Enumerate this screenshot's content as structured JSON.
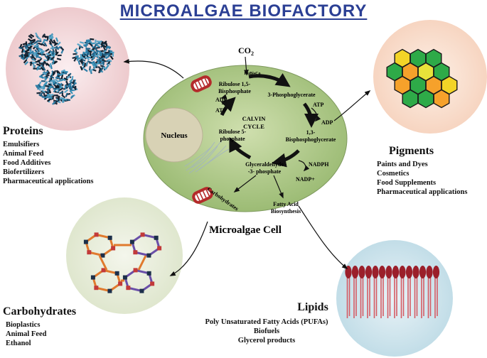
{
  "title": "MICROALGAE BIOFACTORY",
  "cell": {
    "label": "Microalgae Cell",
    "nucleus": "Nucleus",
    "co2": "CO",
    "co2_sub": "2",
    "calvin_line1": "CALVIN",
    "calvin_line2": "CYCLE",
    "rubisco": "RuBisCo",
    "ribulose15_line1": "Ribulose 1,5-",
    "ribulose15_line2": "Bisphosphate",
    "phosphoglycerate3": "3-Phosphoglycerate",
    "bpg_line1": "1,3-",
    "bpg_line2": "Bisphosphoglycerate",
    "ribulose5_line1": "Ribulose 5-",
    "ribulose5_line2": "phosphate",
    "g3p_line1": "Glyceraldehyde",
    "g3p_line2": "-3- phosphate",
    "carbohydrates": "Carbohydrates",
    "fatty_line1": "Fatty Acid",
    "fatty_line2": "Biosynthesis",
    "atp_left": "ATP",
    "adp_left": "ADP",
    "atp_right": "ATP",
    "adp_right": "ADP",
    "nadph": "NADPH",
    "nadp": "NADP+"
  },
  "proteins": {
    "heading": "Proteins",
    "items": [
      "Emulsifiers",
      "Animal Feed",
      "Food Additives",
      "Biofertilizers",
      "Pharmaceutical  applications"
    ]
  },
  "pigments": {
    "heading": "Pigments",
    "items": [
      "Paints and Dyes",
      "Cosmetics",
      "Food Supplements",
      "Pharmaceutical  applications"
    ]
  },
  "carbohydrates": {
    "heading": "Carbohydrates",
    "items": [
      "Bioplastics",
      "Animal Feed",
      "Ethanol"
    ]
  },
  "lipids": {
    "heading": "Lipids",
    "items": [
      "Poly Unsaturated Fatty Acids (PUFAs)",
      "Biofuels",
      "Glycerol products"
    ]
  },
  "colors": {
    "title": "#2b3f94",
    "cell": "#a9c585",
    "proteins_bg": "#f2d4d6",
    "pigments_bg": "#f9dcc8",
    "carbs_bg": "#e5ebd7",
    "lipids_bg": "#cfe6ee",
    "mitochondria": "#b42a2a"
  }
}
